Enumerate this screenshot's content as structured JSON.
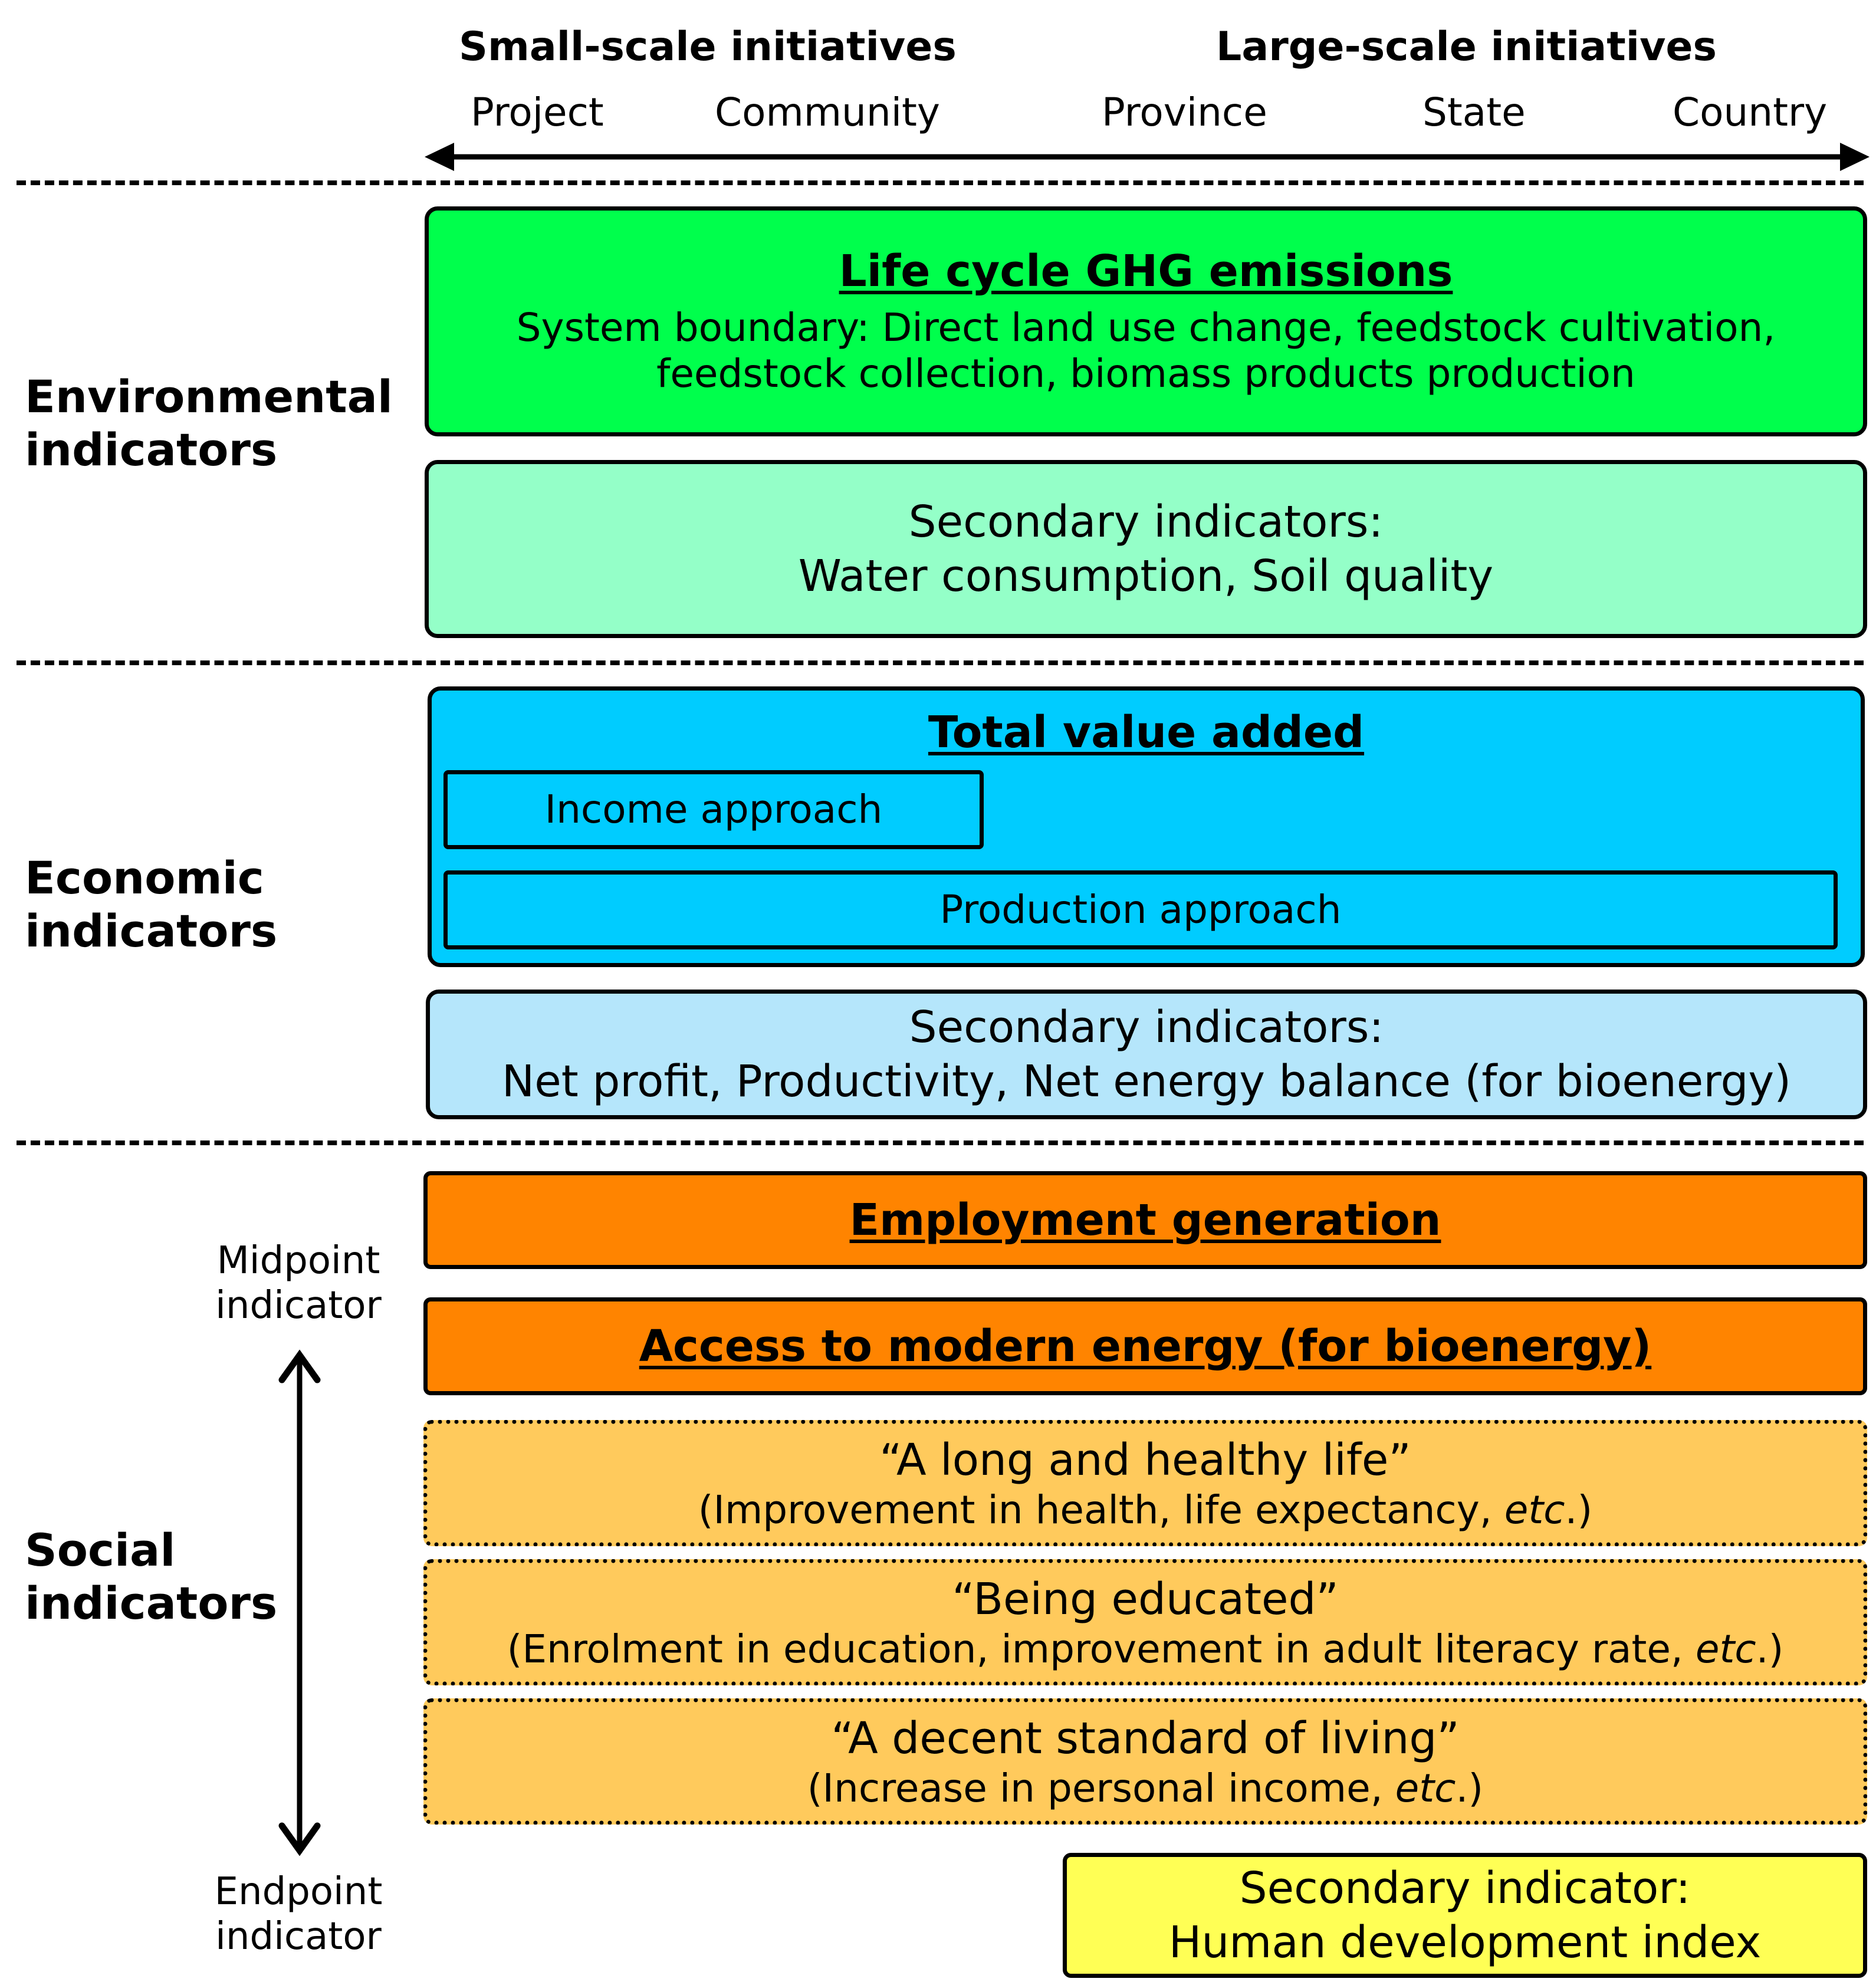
{
  "header": {
    "small_scale": "Small-scale initiatives",
    "large_scale": "Large-scale initiatives",
    "scales": [
      "Project",
      "Community",
      "Province",
      "State",
      "Country"
    ]
  },
  "sections": {
    "environmental": {
      "label_line1": "Environmental",
      "label_line2": "indicators",
      "primary": {
        "title": "Life cycle GHG emissions",
        "line1": "System boundary: Direct land use change, feedstock cultivation,",
        "line2": "feedstock collection, biomass products production",
        "color": "#00FF4C"
      },
      "secondary": {
        "line1": "Secondary indicators:",
        "line2": "Water consumption, Soil quality",
        "color": "#94FFC8"
      }
    },
    "economic": {
      "label_line1": "Economic",
      "label_line2": "indicators",
      "primary": {
        "title": "Total value added",
        "income": "Income approach",
        "production": "Production approach",
        "color": "#00CCFF"
      },
      "secondary": {
        "line1": "Secondary indicators:",
        "line2": "Net profit, Productivity, Net energy balance (for bioenergy)",
        "color": "#B5E6FB"
      }
    },
    "social": {
      "label_line1": "Social",
      "label_line2": "indicators",
      "midpoint_line1": "Midpoint",
      "midpoint_line2": "indicator",
      "endpoint_line1": "Endpoint",
      "endpoint_line2": "indicator",
      "employment": "Employment generation",
      "access": "Access to modern energy (for bioenergy)",
      "orange_color": "#FF8400",
      "endpoint_color": "#FFCA5C",
      "healthy": {
        "title": "“A long and healthy life”",
        "prefix": "(Improvement in health, life expectancy, ",
        "etc": "etc",
        "suffix": ".)"
      },
      "educated": {
        "title": "“Being educated”",
        "prefix": "(Enrolment in education, improvement in adult literacy rate, ",
        "etc": "etc",
        "suffix": ".)"
      },
      "living": {
        "title": "“A decent standard of living”",
        "prefix": "(Increase in personal income, ",
        "etc": "etc",
        "suffix": ".)"
      },
      "hdi": {
        "line1": "Secondary indicator:",
        "line2": "Human development index",
        "color": "#FFFF55"
      }
    }
  }
}
